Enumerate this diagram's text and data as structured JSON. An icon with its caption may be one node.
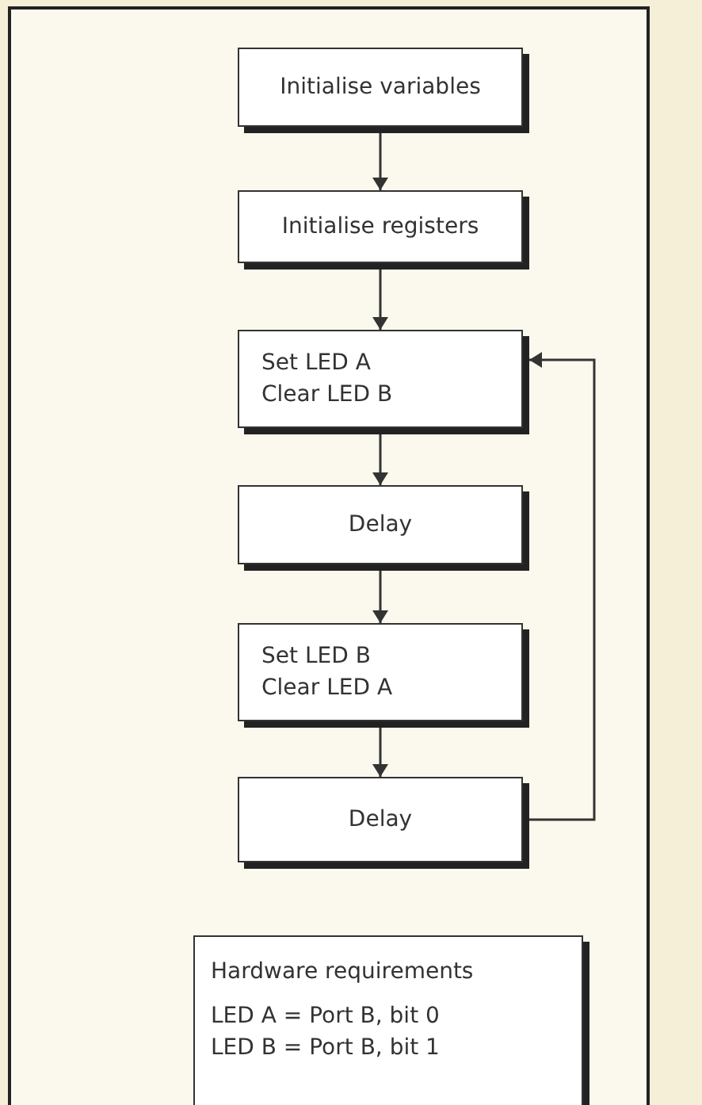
{
  "diagram": {
    "nodes": [
      {
        "text": [
          "Initialise variables"
        ]
      },
      {
        "text": [
          "Initialise registers"
        ]
      },
      {
        "text": [
          "Set LED A",
          "Clear LED B"
        ]
      },
      {
        "text": [
          "Delay"
        ]
      },
      {
        "text": [
          "Set LED B",
          "Clear LED A"
        ]
      },
      {
        "text": [
          "Delay"
        ]
      },
      {
        "text": [
          "Hardware requirements",
          "LED A = Port B, bit 0",
          "LED B = Port B, bit 1"
        ]
      }
    ],
    "edges": [
      {
        "from": 0,
        "to": 1,
        "arrow": "to"
      },
      {
        "from": 1,
        "to": 2,
        "arrow": "to"
      },
      {
        "from": 2,
        "to": 3,
        "arrow": "to"
      },
      {
        "from": 3,
        "to": 4,
        "arrow": "to"
      },
      {
        "from": 4,
        "to": 5,
        "arrow": "to"
      },
      {
        "from": 5,
        "to": 2,
        "arrow": "to"
      }
    ]
  }
}
